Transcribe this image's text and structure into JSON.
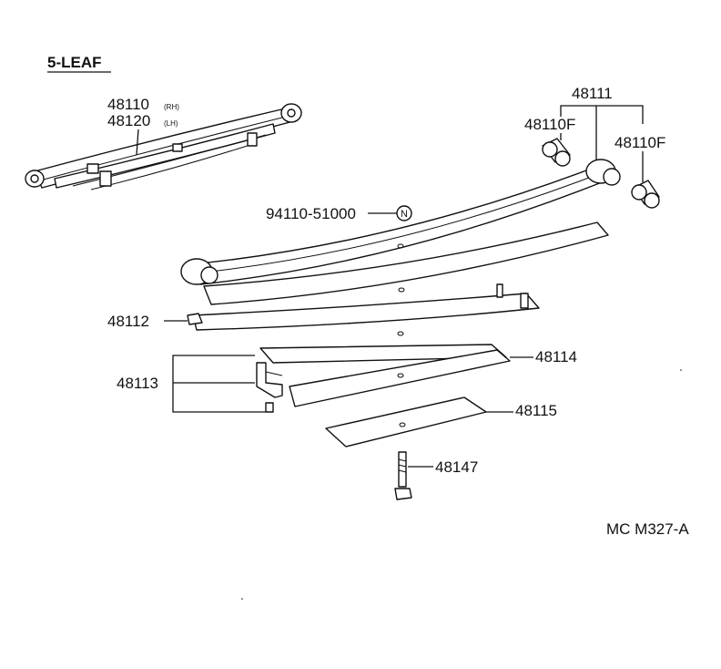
{
  "diagram": {
    "title": "5-LEAF",
    "ref_code": "MC M327-A",
    "callouts": {
      "p48110": "48110",
      "p48110_rh": "(RH)",
      "p48120": "48120",
      "p48120_lh": "(LH)",
      "p48111": "48111",
      "p48110f_left": "48110F",
      "p48110f_right": "48110F",
      "p94110": "94110-51000",
      "n_symbol": "N",
      "p48112": "48112",
      "p48113": "48113",
      "p48114": "48114",
      "p48115": "48115",
      "p48147": "48147"
    }
  }
}
